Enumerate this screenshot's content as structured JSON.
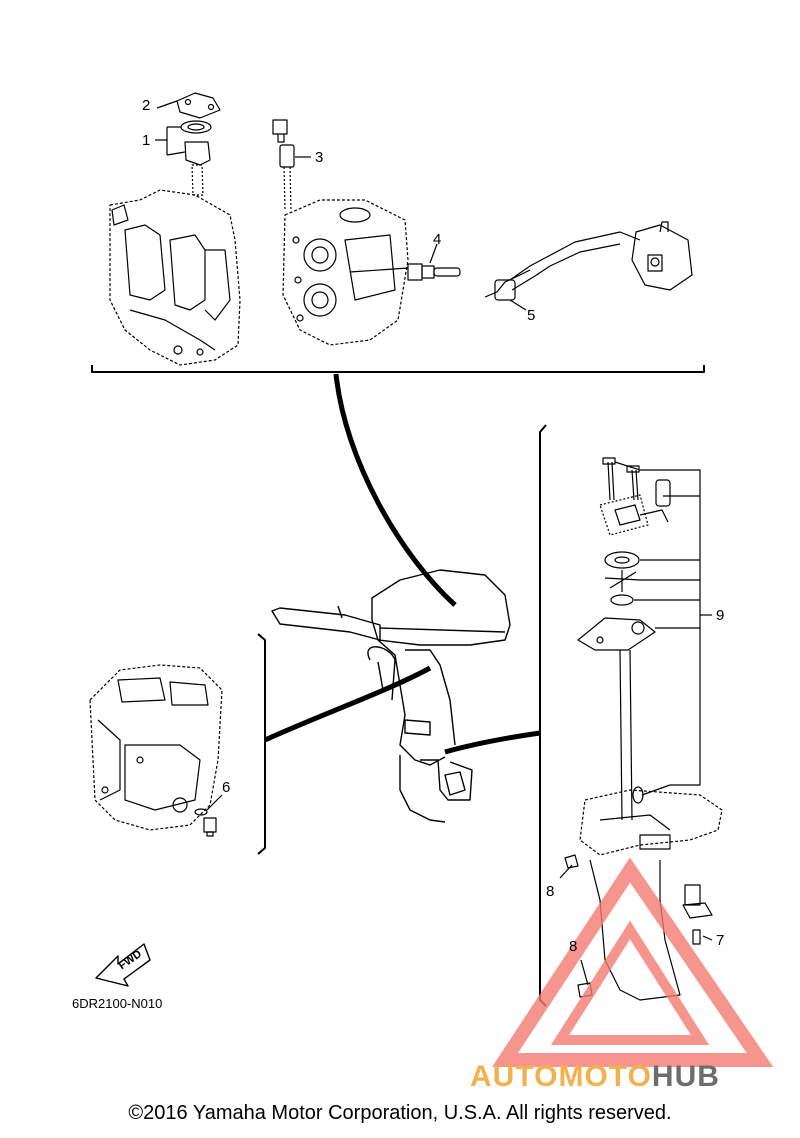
{
  "callouts": {
    "c1": "1",
    "c2": "2",
    "c3": "3",
    "c4": "4",
    "c5": "5",
    "c6": "6",
    "c7": "7",
    "c8a": "8",
    "c8b": "8",
    "c9": "9"
  },
  "fwd_label": "FWD",
  "drawing_code": "6DR2100-N010",
  "copyright": "©2016 Yamaha Motor Corporation, U.S.A. All rights reserved.",
  "watermark": {
    "part1": "AUTOMOTO",
    "part2": "HUB",
    "color_primary": "#f2b14d",
    "color_secondary": "#6d6d6d",
    "triangle_color": "#f47a72"
  },
  "line_color": "#000000"
}
